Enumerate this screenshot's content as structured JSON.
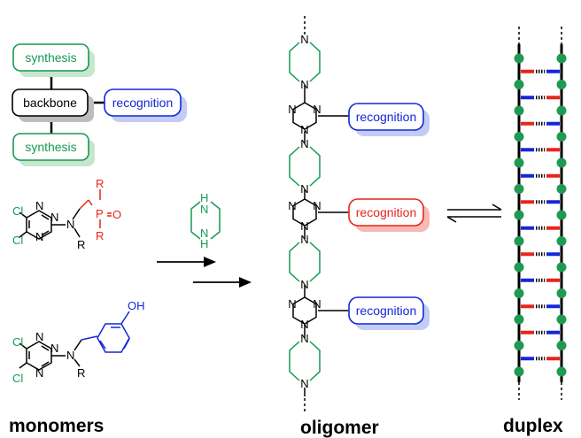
{
  "colors": {
    "green": "#149a53",
    "blue": "#1427d8",
    "red": "#e8241b",
    "green_fill": "#1e9a52",
    "shadow_green": "#c6e6cd",
    "shadow_blue": "#c2ccf4",
    "shadow_red": "#f6b9b4",
    "shadow_gray": "#bdbdbd"
  },
  "scheme": {
    "synthesis_top": "synthesis",
    "backbone": "backbone",
    "recognition": "recognition",
    "synthesis_bottom": "synthesis"
  },
  "oligomer": {
    "recognition_top": "recognition",
    "recognition_mid": "recognition",
    "recognition_bottom": "recognition"
  },
  "captions": {
    "monomers": "monomers",
    "oligomer": "oligomer",
    "duplex": "duplex"
  },
  "atoms": {
    "Cl": "Cl",
    "N": "N",
    "R": "R",
    "P": "P",
    "O": "O",
    "OH": "OH",
    "H": "H"
  },
  "duplex_pairs": [
    "red",
    "blue",
    "red",
    "blue",
    "blue",
    "red",
    "blue",
    "red",
    "blue",
    "red",
    "red",
    "blue"
  ]
}
